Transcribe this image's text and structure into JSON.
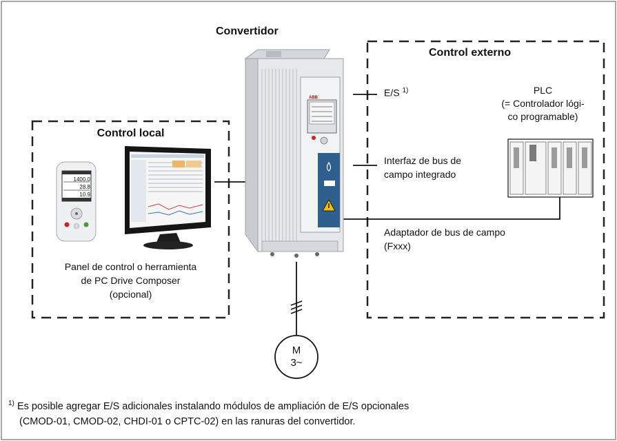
{
  "title": "Convertidor",
  "local_control": {
    "heading": "Control local",
    "caption": [
      "Panel de control o herramienta",
      "de PC Drive Composer",
      "(opcional)"
    ]
  },
  "external_control": {
    "heading": "Control externo",
    "io_label": "E/S",
    "io_note_mark": "1)",
    "plc_label": [
      "PLC",
      "(= Controlador lógi-",
      "co programable)"
    ],
    "fieldbus_integrated": [
      "Interfaz de bus de",
      "campo integrado"
    ],
    "fieldbus_adapter": [
      "Adaptador de bus de campo",
      "(Fxxx)"
    ]
  },
  "motor": {
    "line1": "M",
    "line2": "3~"
  },
  "drive": {
    "brand": "ABB"
  },
  "panel_readouts": [
    "1400.0",
    "28.8",
    "10.9"
  ],
  "footnote": {
    "mark": "1)",
    "line1": "Es posible agregar E/S adicionales instalando módulos de ampliación de E/S opcionales",
    "line2": "(CMOD-01, CMOD-02, CHDI-01 o CPTC-02) en las ranuras del convertidor."
  },
  "colors": {
    "frame": "#8c8c8c",
    "drive_body": "#e6e8eb",
    "drive_blue": "#2f5f8f",
    "warning": "#f3c200"
  }
}
